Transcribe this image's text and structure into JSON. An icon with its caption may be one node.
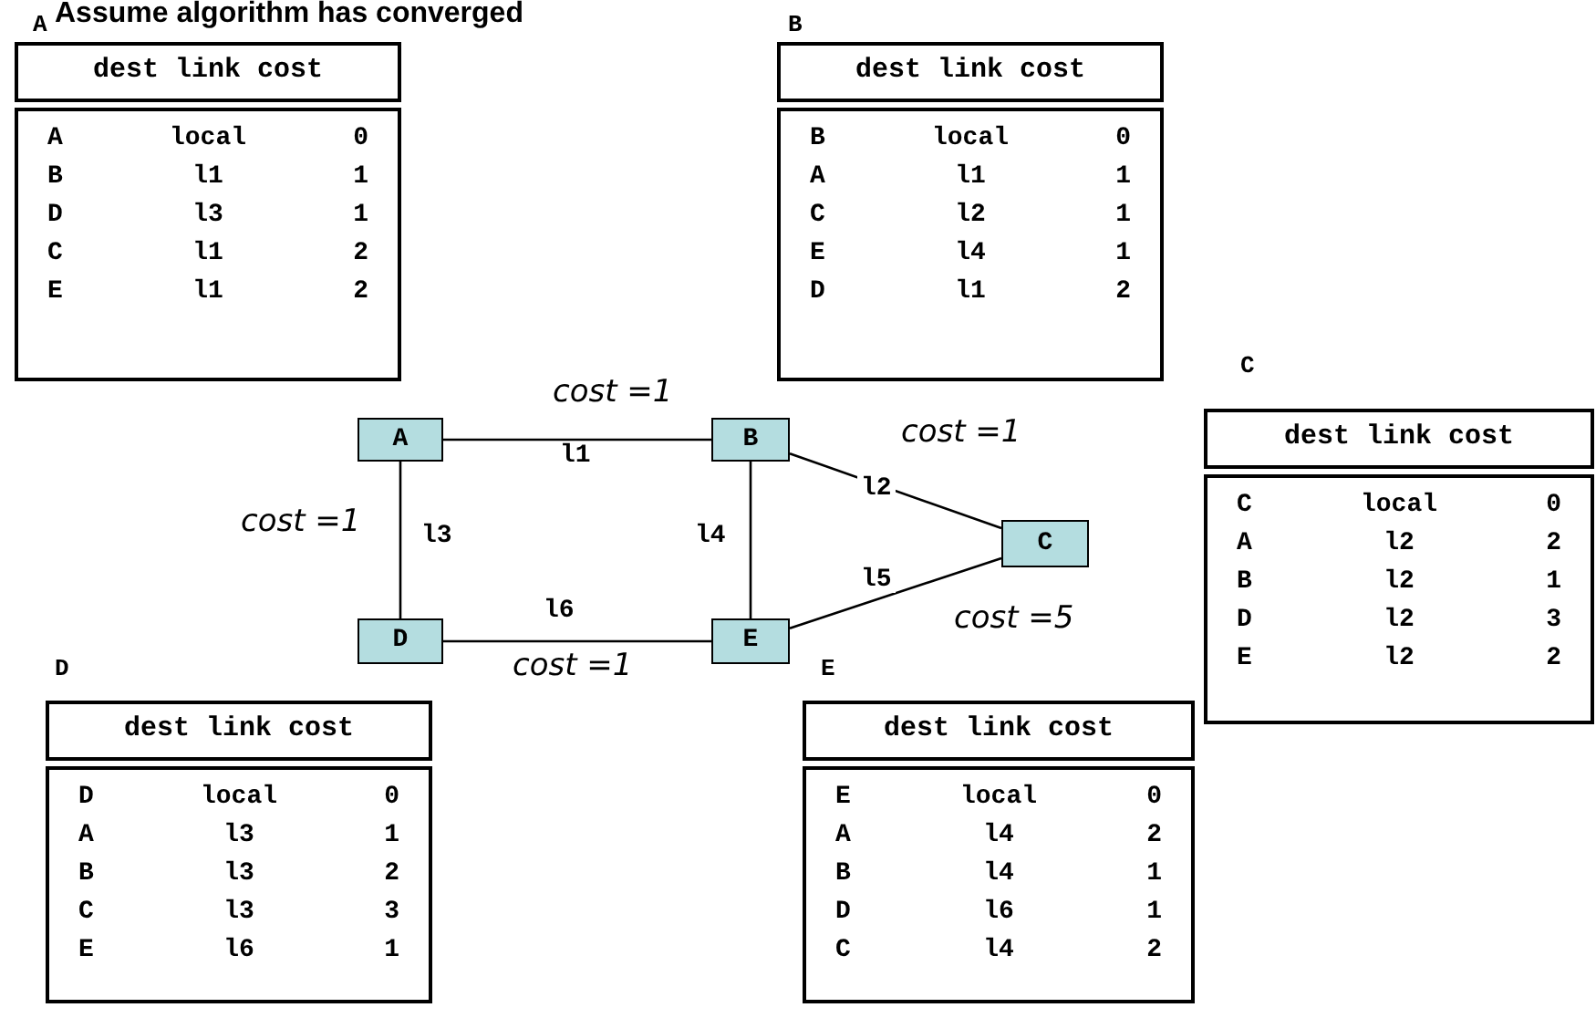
{
  "diagram": {
    "title": "Assume algorithm has converged",
    "nodes": [
      {
        "text": [
          "dest link cost",
          "A",
          "local",
          "0",
          "B",
          "l1",
          "1",
          "D",
          "l3",
          "1",
          "C",
          "l1",
          "2",
          "E",
          "l1",
          "2"
        ],
        "beside": [
          "A"
        ]
      },
      {
        "text": [
          "dest link cost",
          "B",
          "local",
          "0",
          "A",
          "l1",
          "1",
          "C",
          "l2",
          "1",
          "E",
          "l4",
          "1",
          "D",
          "l1",
          "2"
        ],
        "beside": [
          "B"
        ]
      },
      {
        "text": [
          "A"
        ]
      },
      {
        "text": [
          "B"
        ]
      },
      {
        "text": [
          "dest link cost",
          "C",
          "local",
          "0",
          "A",
          "l2",
          "2",
          "B",
          "l2",
          "1",
          "D",
          "l2",
          "3",
          "E",
          "l2",
          "2"
        ],
        "beside": [
          "C"
        ]
      },
      {
        "text": [
          "C"
        ]
      },
      {
        "text": [
          "D"
        ]
      },
      {
        "text": [
          "E"
        ]
      },
      {
        "text": [
          "dest link cost",
          "D",
          "local",
          "0",
          "A",
          "l3",
          "1",
          "B",
          "l3",
          "2",
          "C",
          "l3",
          "3",
          "E",
          "l6",
          "1"
        ],
        "beside": [
          "D"
        ]
      },
      {
        "text": [
          "dest link cost",
          "E",
          "local",
          "0",
          "A",
          "l4",
          "2",
          "B",
          "l4",
          "1",
          "D",
          "l6",
          "1",
          "C",
          "l4",
          "2"
        ],
        "beside": [
          "E"
        ]
      }
    ],
    "edges": [
      {
        "from": 2,
        "to": 3,
        "arrow": "none",
        "label": "l1"
      },
      {
        "from": 3,
        "to": 5,
        "arrow": "none",
        "label": "l2"
      },
      {
        "from": 2,
        "to": 6,
        "arrow": "none",
        "label": "l3"
      },
      {
        "from": 3,
        "to": 7,
        "arrow": "none",
        "label": "l4"
      },
      {
        "from": 7,
        "to": 5,
        "arrow": "none",
        "label": "l5"
      },
      {
        "from": 6,
        "to": 7,
        "arrow": "none",
        "label": "l6"
      }
    ],
    "labels": [
      "cost =1",
      "cost =1",
      "cost =1",
      "cost =5",
      "cost =1"
    ]
  }
}
